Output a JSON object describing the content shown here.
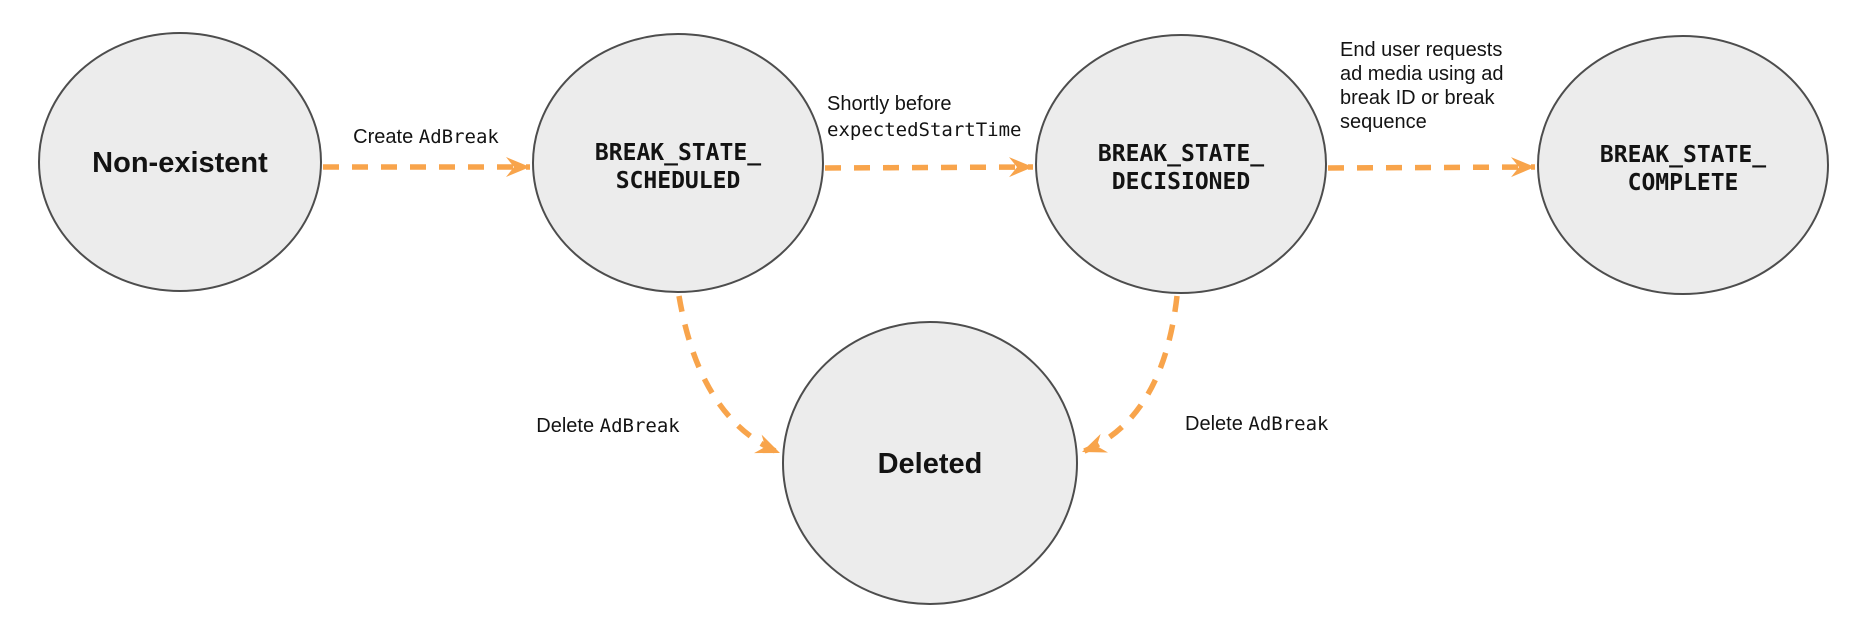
{
  "diagram": {
    "colors": {
      "arrow": "#F8A44B",
      "node_fill": "#ECECEC",
      "node_stroke": "#4D4D4D",
      "text": "#131313"
    },
    "states": [
      {
        "id": "non-existent",
        "label": "Non-existent"
      },
      {
        "id": "break-state-scheduled",
        "line1": "BREAK_STATE_",
        "line2": "SCHEDULED"
      },
      {
        "id": "break-state-decisioned",
        "line1": "BREAK_STATE_",
        "line2": "DECISIONED"
      },
      {
        "id": "break-state-complete",
        "line1": "BREAK_STATE_",
        "line2": "COMPLETE"
      },
      {
        "id": "deleted",
        "label": "Deleted"
      }
    ],
    "transitions": [
      {
        "from": "non-existent",
        "to": "break-state-scheduled",
        "label_text": "Create ",
        "label_code": "AdBreak"
      },
      {
        "from": "break-state-scheduled",
        "to": "break-state-decisioned",
        "line1": "Shortly before",
        "code_line": "expectedStartTime"
      },
      {
        "from": "break-state-decisioned",
        "to": "break-state-complete",
        "lines": [
          "End user requests",
          "ad media using ad",
          "break ID or break",
          "sequence"
        ]
      },
      {
        "from": "break-state-scheduled",
        "to": "deleted",
        "label_text": "Delete ",
        "label_code": "AdBreak"
      },
      {
        "from": "break-state-decisioned",
        "to": "deleted",
        "label_text": "Delete ",
        "label_code": "AdBreak"
      }
    ]
  }
}
